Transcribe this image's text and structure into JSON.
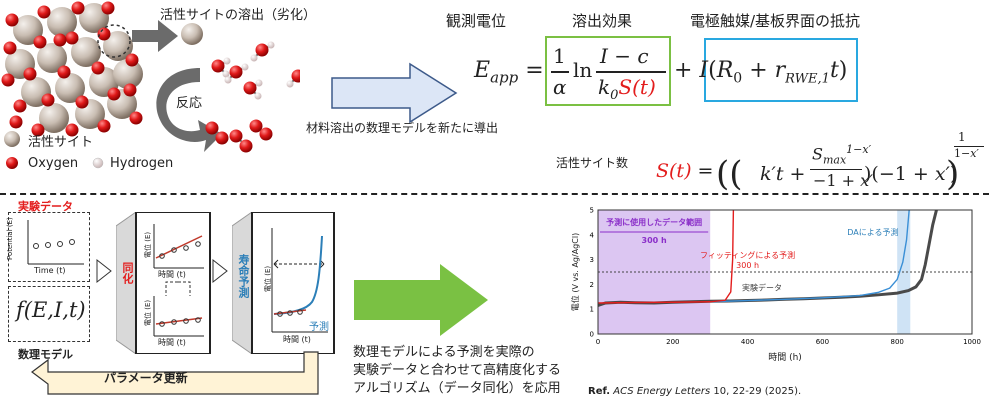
{
  "top": {
    "dissolution_label": "活性サイトの溶出（劣化）",
    "reaction_label": "反応",
    "legend": {
      "active_site": "活性サイト",
      "oxygen": "Oxygen",
      "hydrogen": "Hydrogen"
    },
    "arrow_caption": "材料溶出の数理モデルを新たに導出",
    "headers": {
      "observed_potential": "観測電位",
      "dissolution_effect": "溶出効果",
      "resistance": "電極触媒/基板界面の抵抗"
    },
    "active_site_count_label": "活性サイト数"
  },
  "workflow": {
    "experimental_data": "実験データ",
    "potential_axis": "Potential (E)",
    "time_axis": "Time (t)",
    "model_formula": "f(E,I,t)",
    "model_label": "数理モデル",
    "assimilation_label": "同化",
    "potential_axis_jp": "電位 (E)",
    "time_axis_jp": "時間 (t)",
    "lifetime_label": "寿命予測",
    "prediction_label": "予測",
    "param_update_label": "パラメータ更新",
    "description": [
      "数理モデルによる予測を実際の",
      "実験データと合わせて高精度化する",
      "アルゴリズム（データ同化）を応用"
    ]
  },
  "colors": {
    "green_box": "#7bc043",
    "blue_box": "#29a8e0",
    "red": "#e31d1d",
    "teal": "#2c7fb8",
    "purple_fill": "#dcc6f2",
    "purple_text": "#8b2fc9",
    "big_arrow": "#7ac143",
    "blue_arrow": "#dce6f6"
  },
  "chart_data": {
    "type": "line",
    "xlabel": "時間 (h)",
    "ylabel": "電位 (V vs. Ag/AgCl)",
    "xlim": [
      0,
      1000
    ],
    "ylim": [
      0,
      5
    ],
    "xticks": [
      0,
      200,
      400,
      600,
      800,
      1000
    ],
    "yticks": [
      0,
      1,
      2,
      3,
      4,
      5
    ],
    "reference_line_y": 2.5,
    "shaded_range": {
      "x": [
        0,
        300
      ],
      "label": "予測に使用したデータ範囲",
      "duration": "300 h"
    },
    "series": [
      {
        "name": "実験データ",
        "color": "#4a4a4a",
        "x": [
          0,
          20,
          60,
          100,
          150,
          200,
          250,
          300,
          350,
          400,
          450,
          500,
          550,
          600,
          650,
          700,
          750,
          800,
          830,
          850,
          865,
          875,
          885,
          895,
          905
        ],
        "y": [
          1.15,
          1.25,
          1.28,
          1.26,
          1.25,
          1.28,
          1.3,
          1.32,
          1.33,
          1.35,
          1.37,
          1.4,
          1.42,
          1.45,
          1.48,
          1.52,
          1.58,
          1.65,
          1.75,
          1.9,
          2.2,
          2.8,
          3.6,
          4.4,
          5.0
        ]
      },
      {
        "name": "DAによる予測",
        "color": "#3a8fd6",
        "x": [
          300,
          400,
          500,
          600,
          700,
          750,
          780,
          800,
          815,
          825,
          832
        ],
        "y": [
          1.3,
          1.35,
          1.4,
          1.46,
          1.55,
          1.68,
          1.85,
          2.2,
          2.9,
          3.8,
          5.0
        ]
      },
      {
        "name": "フィッティングによる予測",
        "duration": "300 h",
        "color": "#e31d1d",
        "x": [
          0,
          100,
          200,
          300,
          340,
          355,
          360,
          362
        ],
        "y": [
          1.25,
          1.27,
          1.28,
          1.3,
          1.36,
          1.7,
          3.0,
          5.0
        ]
      }
    ],
    "reference": {
      "prefix": "Ref.",
      "journal": "ACS Energy Letters",
      "details": " 10, 22-29 (2025)."
    }
  }
}
